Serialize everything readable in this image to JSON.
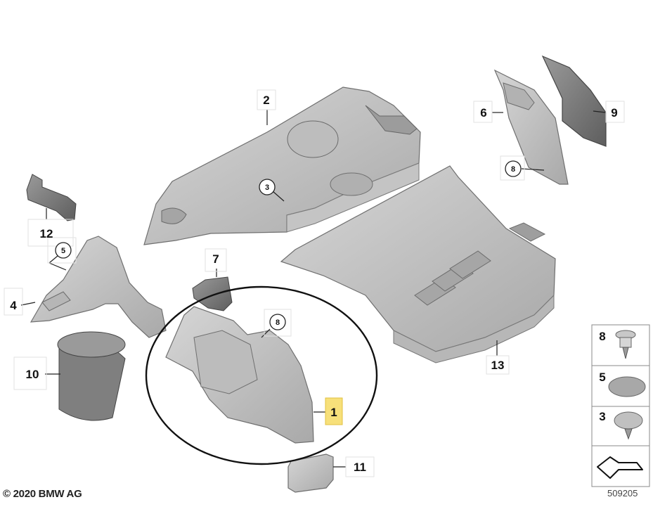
{
  "callouts": {
    "c1": "1",
    "c2": "2",
    "c3": "3",
    "c4": "4",
    "c5": "5",
    "c6": "6",
    "c7": "7",
    "c8a": "8",
    "c8b": "8",
    "c9": "9",
    "c10": "10",
    "c11": "11",
    "c12": "12",
    "c13": "13"
  },
  "legend": {
    "item1": "8",
    "item2": "5",
    "item3": "3"
  },
  "highlight_color": "#f7e07a",
  "footer": {
    "copyright": "© 2020 BMW AG",
    "diagram_id": "509205"
  }
}
